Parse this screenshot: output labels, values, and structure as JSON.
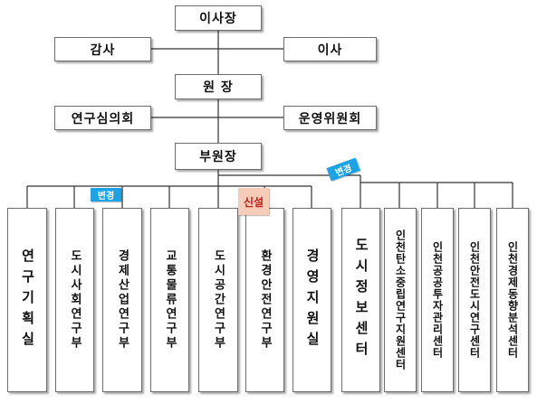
{
  "org": {
    "chairman": "이사장",
    "auditor": "감사",
    "director": "이사",
    "president": "원 장",
    "research_council": "연구심의회",
    "steering_committee": "운영위원회",
    "vice_president": "부원장"
  },
  "departments": [
    "연구기획실",
    "도시사회연구부",
    "경제산업연구부",
    "교통물류연구부",
    "도시공간연구부",
    "환경안전연구부",
    "경영지원실",
    "도시정보센터",
    "인천탄소중립연구지원센터",
    "인천공공투자관리센터",
    "인천안전도시연구센터",
    "인천경제동향분석센터"
  ],
  "badges": {
    "changed_1": "변경",
    "new": "신설",
    "changed_2": "변경"
  },
  "colors": {
    "badge_blue": "#1aa3e6",
    "badge_pink_bg": "#f6cbb8",
    "badge_pink_text": "#c02018",
    "line": "#333333"
  }
}
